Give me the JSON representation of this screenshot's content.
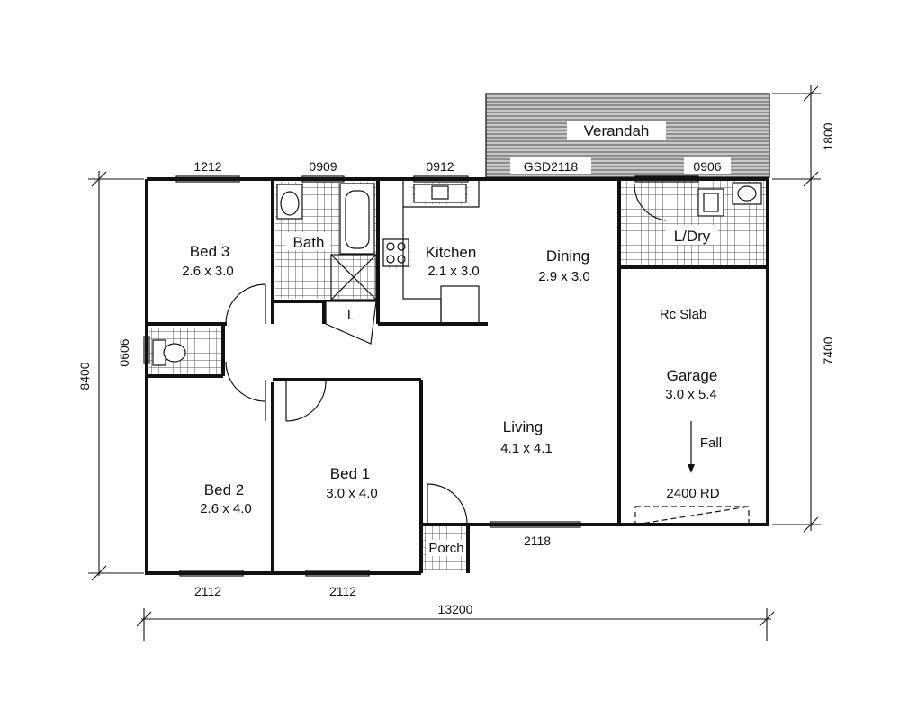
{
  "plan": {
    "rooms": {
      "bed3": {
        "name": "Bed 3",
        "size": "2.6 x 3.0"
      },
      "bath": {
        "name": "Bath"
      },
      "laundry_cupboard": {
        "name": "L"
      },
      "kitchen": {
        "name": "Kitchen",
        "size": "2.1 x 3.0"
      },
      "dining": {
        "name": "Dining",
        "size": "2.9 x 3.0"
      },
      "ldry": {
        "name": "L/Dry"
      },
      "verandah": {
        "name": "Verandah"
      },
      "garage": {
        "name": "Garage",
        "size": "3.0 x 5.4",
        "slab": "Rc Slab",
        "fall": "Fall",
        "door": "2400 RD"
      },
      "living": {
        "name": "Living",
        "size": "4.1 x 4.1"
      },
      "bed1": {
        "name": "Bed 1",
        "size": "3.0 x 4.0"
      },
      "bed2": {
        "name": "Bed 2",
        "size": "2.6 x 4.0"
      },
      "porch": {
        "name": "Porch"
      }
    },
    "windows": {
      "bed3_top": "1212",
      "bath_top": "0909",
      "kitchen_top": "0912",
      "dining_door": "GSD2118",
      "ldry_top": "0906",
      "wc_side": "0606",
      "living_bottom": "2118",
      "bed2_bottom": "2112",
      "bed1_bottom": "2112"
    },
    "dimensions": {
      "overall_width": "13200",
      "overall_depth": "8400",
      "verandah_depth": "1800",
      "garage_depth": "7400"
    }
  }
}
